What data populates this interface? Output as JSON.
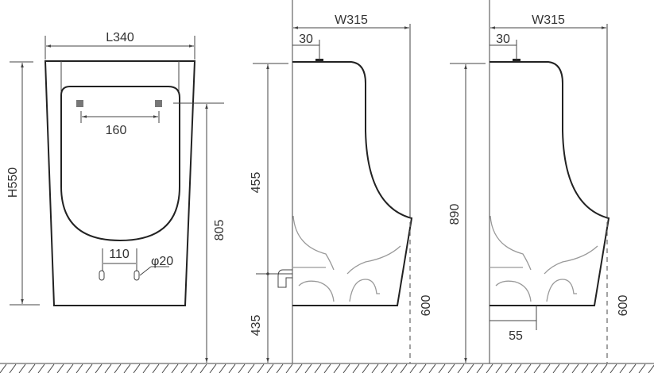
{
  "front_view": {
    "width_label": "L340",
    "height_label": "H550",
    "sensor_spacing_label": "160",
    "mount_height_label": "805",
    "outlet_spacing_label": "110",
    "outlet_diameter_label": "φ20"
  },
  "side_view_1": {
    "depth_label": "W315",
    "inlet_offset_label": "30",
    "upper_height_label": "455",
    "lower_height_label": "435",
    "drain_height_label": "600"
  },
  "side_view_2": {
    "depth_label": "W315",
    "inlet_offset_label": "30",
    "total_height_label": "890",
    "drain_height_label": "600",
    "bottom_offset_label": "55"
  },
  "colors": {
    "line": "#222222",
    "dimension": "#444444"
  }
}
